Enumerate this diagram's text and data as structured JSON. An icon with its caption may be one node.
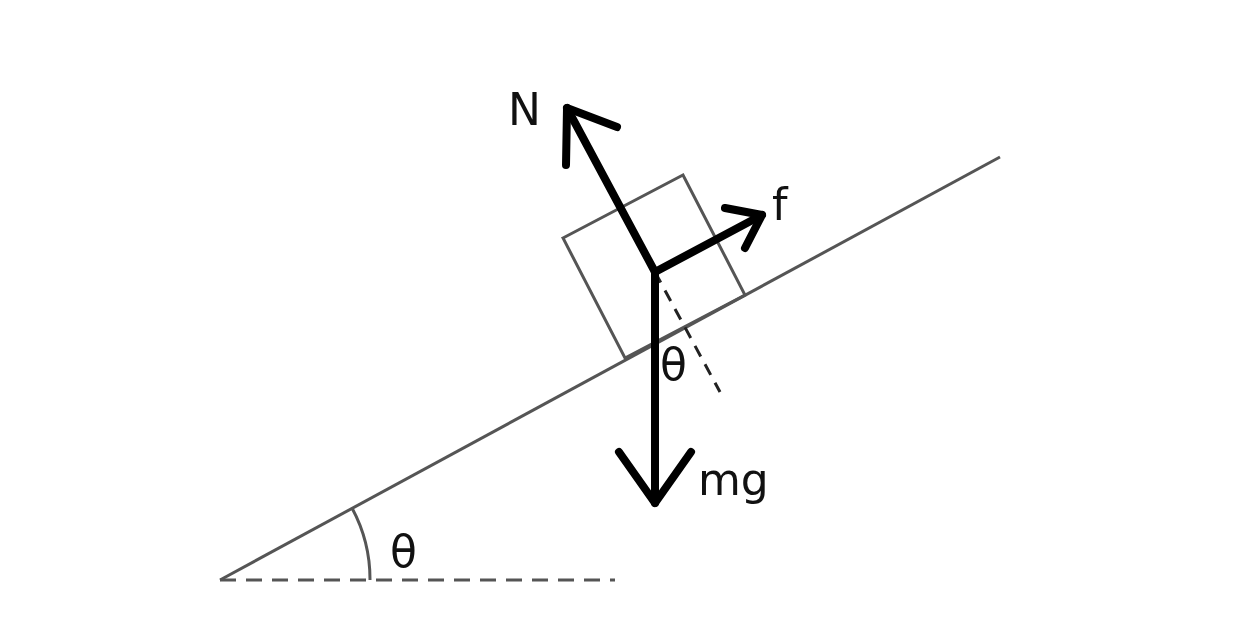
{
  "diagram": {
    "labels": [
      "N",
      "f",
      "θ",
      "mg",
      "θ"
    ]
  }
}
